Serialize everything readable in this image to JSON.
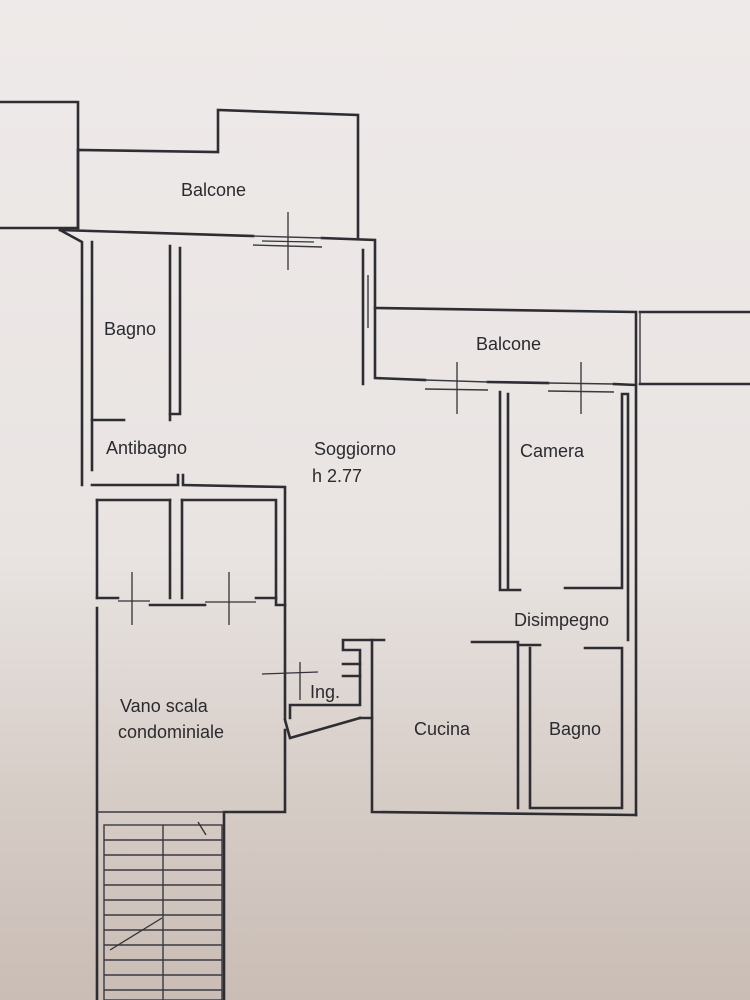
{
  "floor_plan": {
    "rooms": {
      "balcone_north": "Balcone",
      "balcone_east": "Balcone",
      "bagno_west": "Bagno",
      "antibagno": "Antibagno",
      "soggiorno": "Soggiorno",
      "soggiorno_height": "h 2.77",
      "camera": "Camera",
      "disimpegno": "Disimpegno",
      "ingresso": "Ing.",
      "vano_scala_line1": "Vano scala",
      "vano_scala_line2": "condominiale",
      "cucina": "Cucina",
      "bagno_east": "Bagno"
    }
  }
}
